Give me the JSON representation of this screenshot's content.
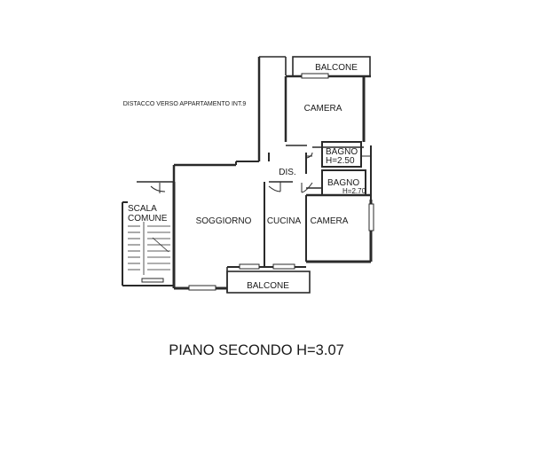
{
  "plan": {
    "note": "DISTACCO VERSO APPARTAMENTO INT.9",
    "title": "PIANO SECONDO H=3.07",
    "rooms": {
      "balcone_top": "BALCONE",
      "camera_top": "CAMERA",
      "bagno_1": "BAGNO",
      "bagno_1_height": "H=2.50",
      "dis": "DIS.",
      "bagno_2": "BAGNO",
      "bagno_2_height": "H=2.70",
      "soggiorno": "SOGGIORNO",
      "cucina": "CUCINA",
      "camera_right": "CAMERA",
      "balcone_bottom": "BALCONE",
      "scala_line1": "SCALA",
      "scala_line2": "COMUNE"
    }
  }
}
